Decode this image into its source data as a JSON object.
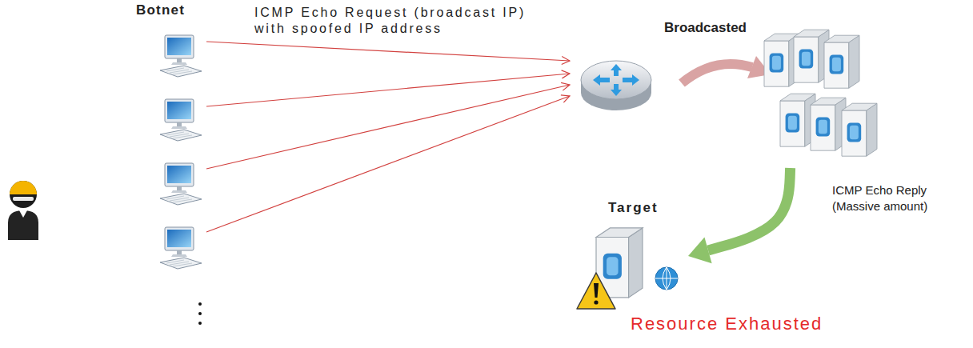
{
  "diagram": {
    "nodes": [
      {
        "text": [
          "Botnet"
        ]
      },
      {
        "text": [
          "Broadcasted"
        ]
      },
      {
        "text": [
          "Target"
        ]
      }
    ],
    "edges": [
      {
        "from": 1,
        "to": 2,
        "arrow": "to",
        "label": "ICMP Echo Reply (Massive amount)"
      }
    ],
    "labels": [
      "ICMP Echo Request (broadcast IP) with spoofed IP address",
      "Resource Exhausted"
    ]
  }
}
